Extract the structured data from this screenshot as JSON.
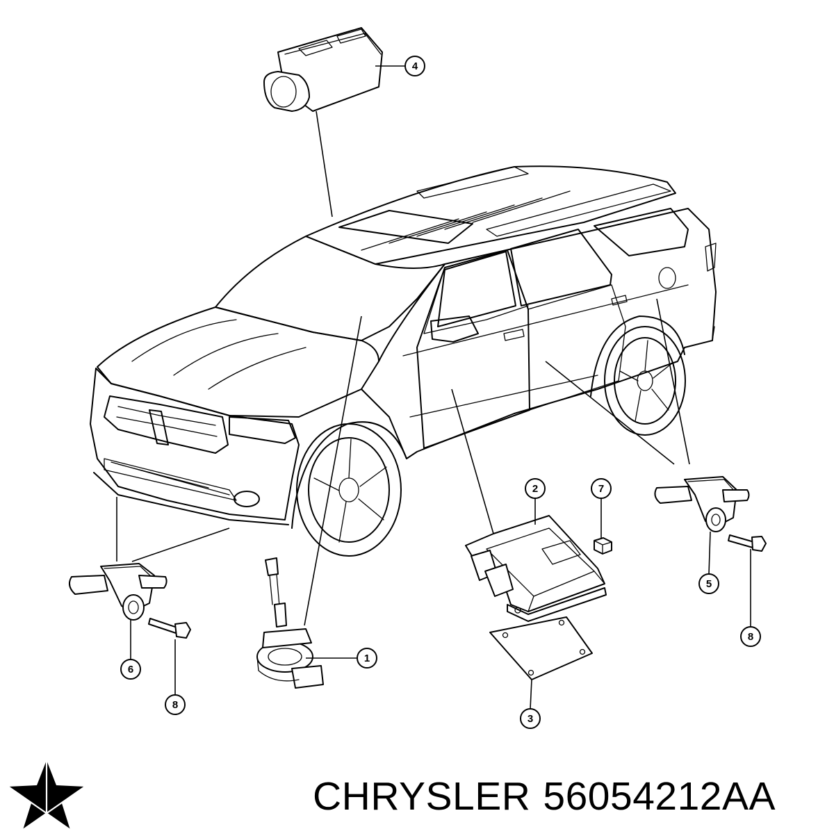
{
  "callouts": [
    {
      "id": "1",
      "label": "1"
    },
    {
      "id": "2",
      "label": "2"
    },
    {
      "id": "3",
      "label": "3"
    },
    {
      "id": "4",
      "label": "4"
    },
    {
      "id": "5",
      "label": "5"
    },
    {
      "id": "6",
      "label": "6"
    },
    {
      "id": "7",
      "label": "7"
    },
    {
      "id": "8a",
      "label": "8"
    },
    {
      "id": "8b",
      "label": "8"
    }
  ],
  "caption": {
    "brand": "CHRYSLER",
    "part_number": "56054212AA"
  },
  "logo": {
    "name": "chrysler-pentastar-icon",
    "color": "#000000"
  }
}
